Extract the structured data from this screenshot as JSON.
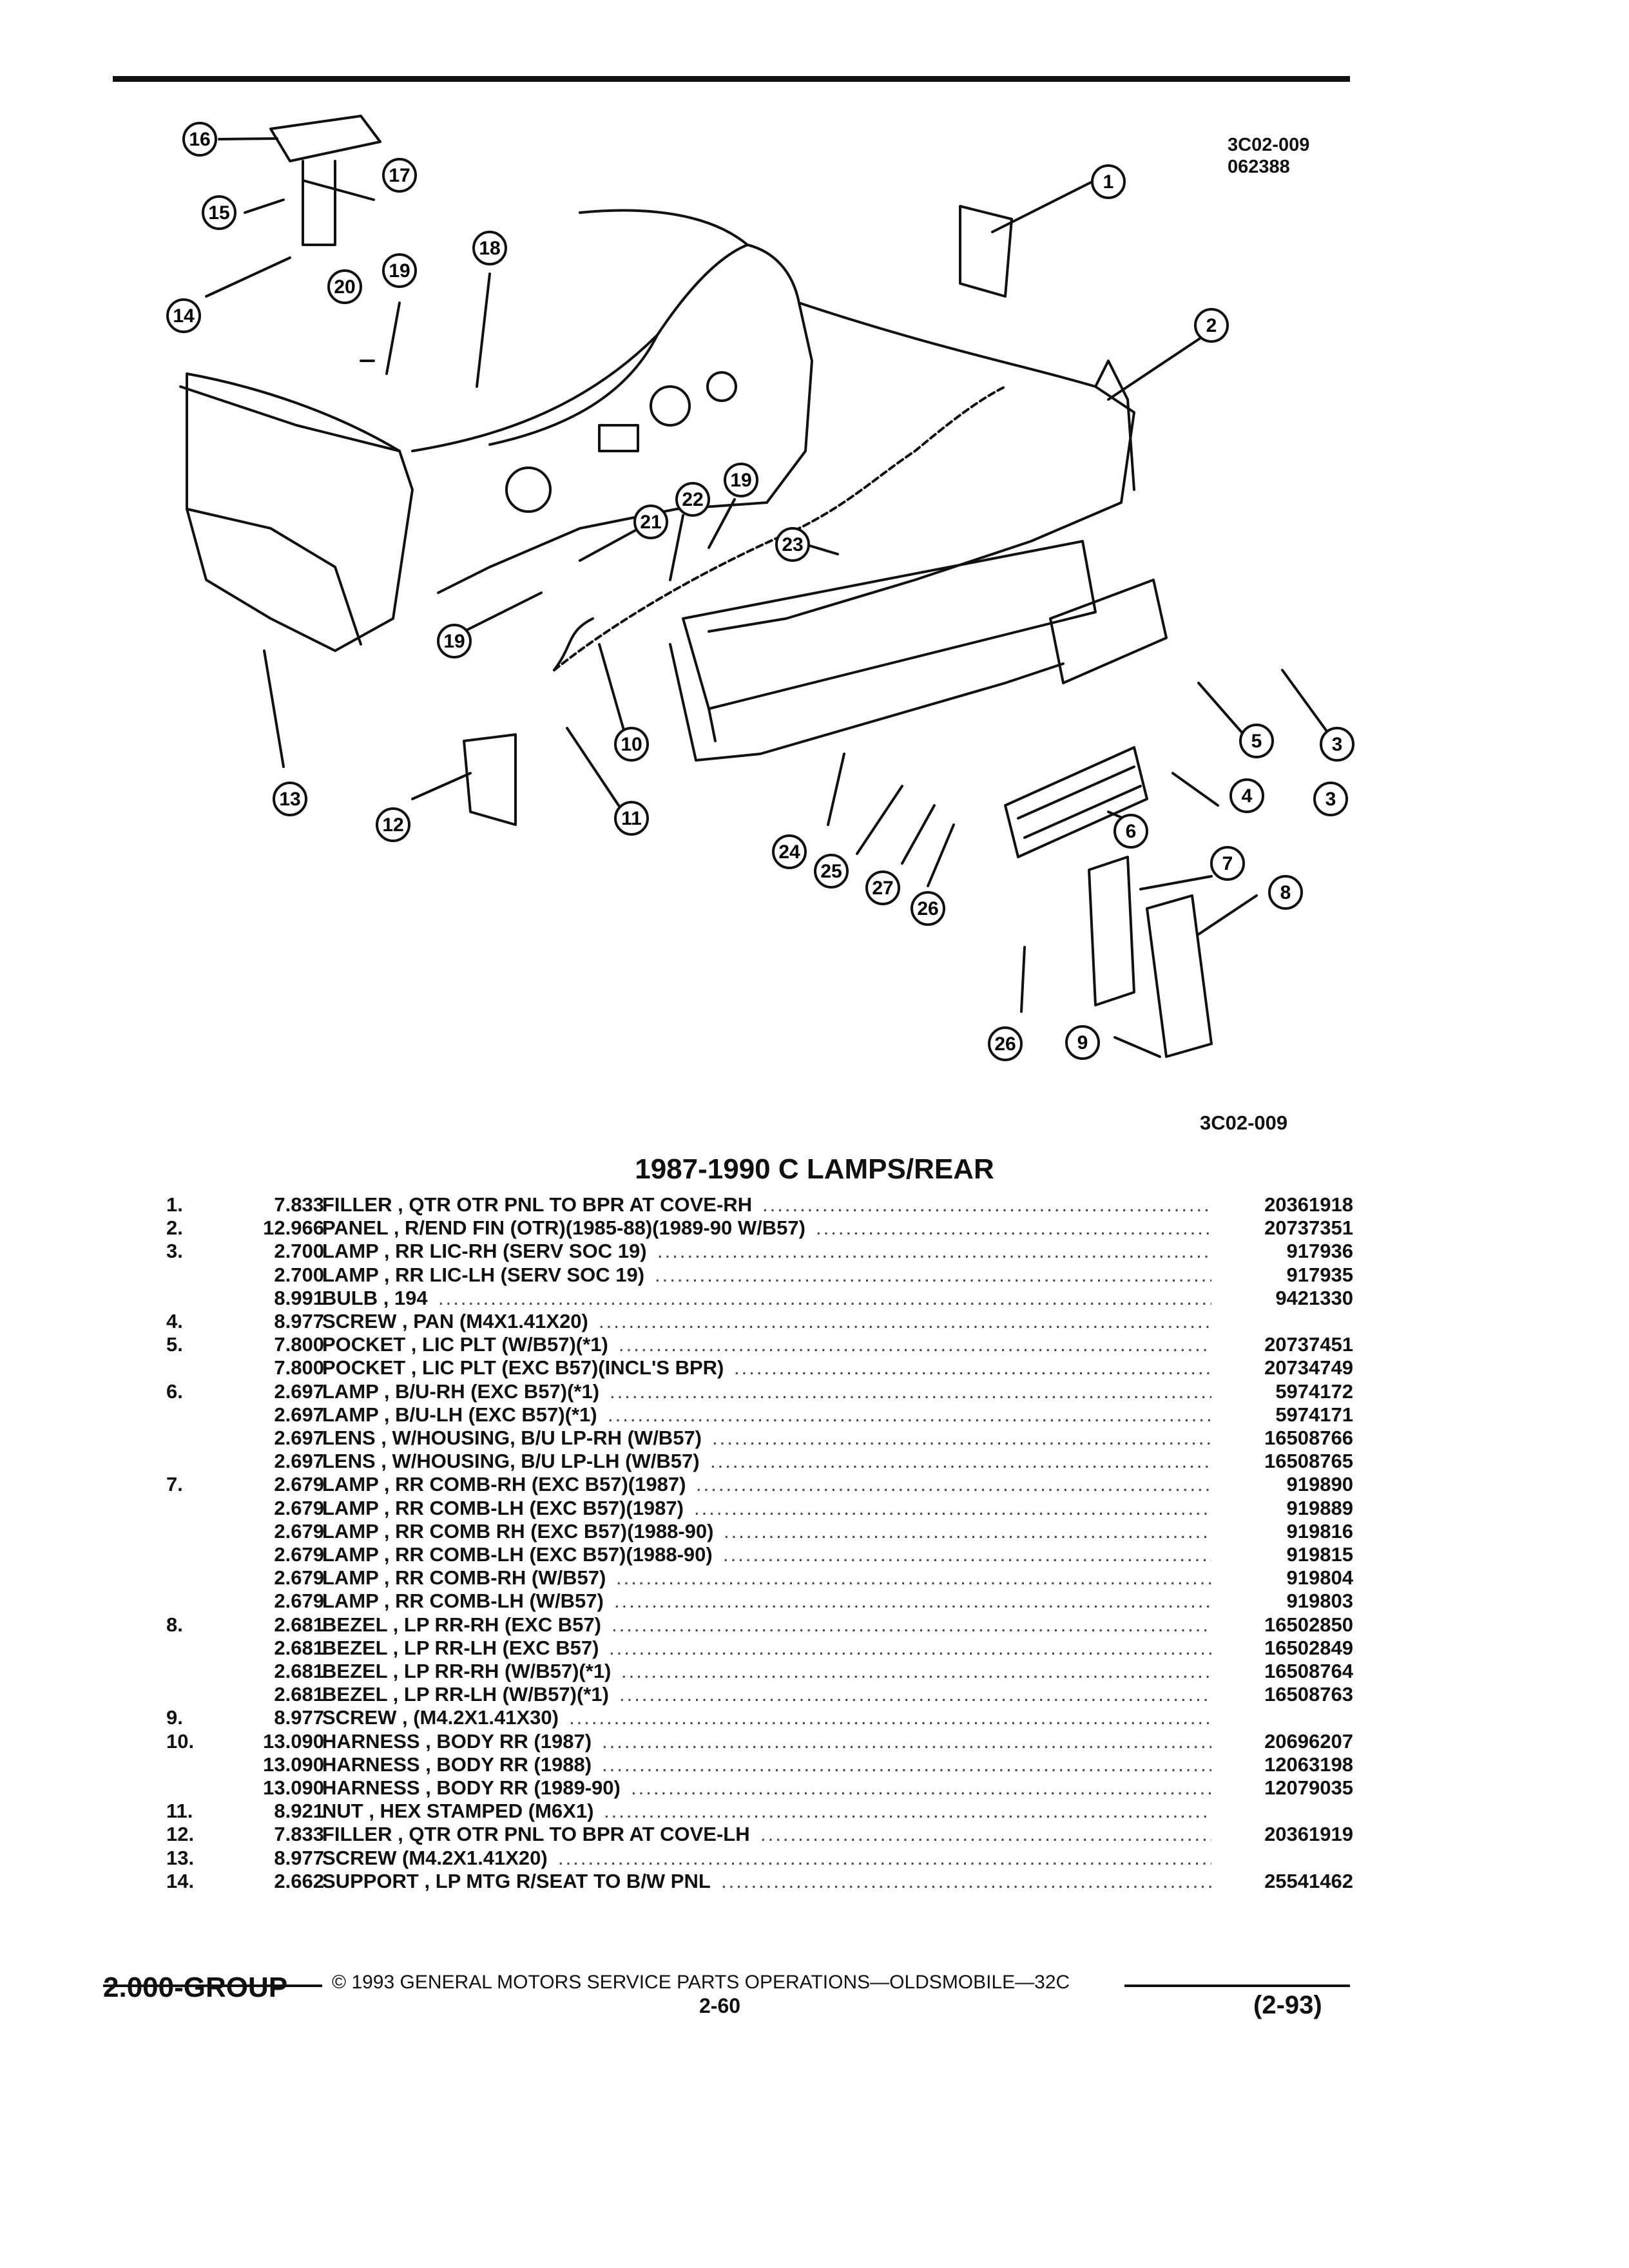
{
  "header": {
    "figure_code": "3C02-009",
    "figure_date": "062388",
    "figure_code_bottom": "3C02-009"
  },
  "callouts": [
    "16",
    "17",
    "15",
    "14",
    "20",
    "19",
    "18",
    "1",
    "2",
    "19",
    "21",
    "22",
    "23",
    "19",
    "10",
    "11",
    "12",
    "13",
    "5",
    "3",
    "4",
    "3",
    "6",
    "24",
    "25",
    "27",
    "26",
    "7",
    "8",
    "26",
    "9"
  ],
  "title": "1987-1990 C LAMPS/REAR",
  "parts": [
    {
      "num": "1.",
      "group": "7.833",
      "desc": "FILLER , QTR OTR PNL TO BPR AT COVE-RH",
      "part_no": "20361918"
    },
    {
      "num": "2.",
      "group": "12.966",
      "desc": "PANEL , R/END FIN (OTR)(1985-88)(1989-90 W/B57)",
      "part_no": "20737351"
    },
    {
      "num": "3.",
      "group": "2.700",
      "desc": "LAMP , RR LIC-RH (SERV SOC 19)",
      "part_no": "917936"
    },
    {
      "num": "",
      "group": "2.700",
      "desc": "LAMP , RR LIC-LH (SERV SOC 19)",
      "part_no": "917935"
    },
    {
      "num": "",
      "group": "8.991",
      "desc": "BULB , 194",
      "part_no": "9421330"
    },
    {
      "num": "4.",
      "group": "8.977",
      "desc": "SCREW , PAN (M4X1.41X20)",
      "part_no": ""
    },
    {
      "num": "5.",
      "group": "7.800",
      "desc": "POCKET , LIC PLT (W/B57)(*1)",
      "part_no": "20737451"
    },
    {
      "num": "",
      "group": "7.800",
      "desc": "POCKET , LIC PLT (EXC B57)(INCL'S BPR)",
      "part_no": "20734749"
    },
    {
      "num": "6.",
      "group": "2.697",
      "desc": "LAMP , B/U-RH (EXC B57)(*1)",
      "part_no": "5974172"
    },
    {
      "num": "",
      "group": "2.697",
      "desc": "LAMP , B/U-LH (EXC B57)(*1)",
      "part_no": "5974171"
    },
    {
      "num": "",
      "group": "2.697",
      "desc": "LENS , W/HOUSING, B/U LP-RH (W/B57)",
      "part_no": "16508766"
    },
    {
      "num": "",
      "group": "2.697",
      "desc": "LENS , W/HOUSING, B/U LP-LH (W/B57)",
      "part_no": "16508765"
    },
    {
      "num": "7.",
      "group": "2.679",
      "desc": "LAMP , RR COMB-RH (EXC B57)(1987)",
      "part_no": "919890"
    },
    {
      "num": "",
      "group": "2.679",
      "desc": "LAMP , RR COMB-LH (EXC B57)(1987)",
      "part_no": "919889"
    },
    {
      "num": "",
      "group": "2.679",
      "desc": "LAMP , RR COMB RH (EXC B57)(1988-90)",
      "part_no": "919816"
    },
    {
      "num": "",
      "group": "2.679",
      "desc": "LAMP , RR COMB-LH (EXC B57)(1988-90)",
      "part_no": "919815"
    },
    {
      "num": "",
      "group": "2.679",
      "desc": "LAMP , RR COMB-RH (W/B57)",
      "part_no": "919804"
    },
    {
      "num": "",
      "group": "2.679",
      "desc": "LAMP , RR COMB-LH (W/B57)",
      "part_no": "919803"
    },
    {
      "num": "8.",
      "group": "2.681",
      "desc": "BEZEL , LP RR-RH (EXC B57)",
      "part_no": "16502850"
    },
    {
      "num": "",
      "group": "2.681",
      "desc": "BEZEL , LP RR-LH (EXC B57)",
      "part_no": "16502849"
    },
    {
      "num": "",
      "group": "2.681",
      "desc": "BEZEL , LP RR-RH (W/B57)(*1)",
      "part_no": "16508764"
    },
    {
      "num": "",
      "group": "2.681",
      "desc": "BEZEL , LP RR-LH (W/B57)(*1)",
      "part_no": "16508763"
    },
    {
      "num": "9.",
      "group": "8.977",
      "desc": "SCREW , (M4.2X1.41X30)",
      "part_no": ""
    },
    {
      "num": "10.",
      "group": "13.090",
      "desc": "HARNESS , BODY RR (1987)",
      "part_no": "20696207"
    },
    {
      "num": "",
      "group": "13.090",
      "desc": "HARNESS , BODY RR (1988)",
      "part_no": "12063198"
    },
    {
      "num": "",
      "group": "13.090",
      "desc": "HARNESS , BODY RR (1989-90)",
      "part_no": "12079035"
    },
    {
      "num": "11.",
      "group": "8.921",
      "desc": "NUT , HEX STAMPED (M6X1)",
      "part_no": ""
    },
    {
      "num": "12.",
      "group": "7.833",
      "desc": "FILLER , QTR OTR PNL TO BPR AT COVE-LH",
      "part_no": "20361919"
    },
    {
      "num": "13.",
      "group": "8.977",
      "desc": "SCREW (M4.2X1.41X20)",
      "part_no": ""
    },
    {
      "num": "14.",
      "group": "2.662",
      "desc": "SUPPORT , LP MTG R/SEAT TO B/W PNL",
      "part_no": "25541462"
    }
  ],
  "footer": {
    "group": "2.000-GROUP",
    "copyright": "© 1993 GENERAL MOTORS SERVICE PARTS OPERATIONS—OLDSMOBILE—32C",
    "page": "2-60",
    "revision": "(2-93)"
  }
}
